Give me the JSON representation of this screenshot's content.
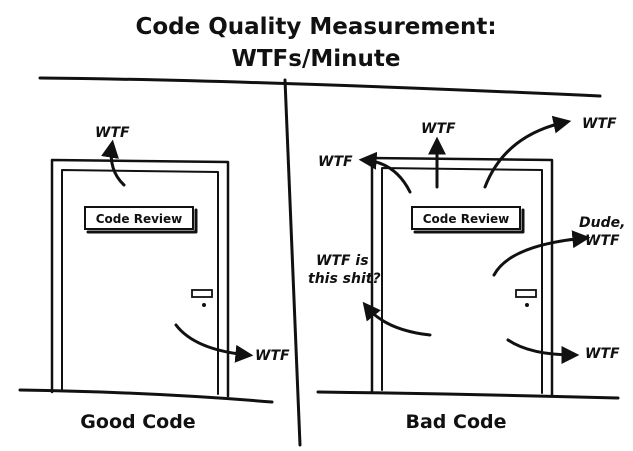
{
  "title": {
    "line1": "Code Quality Measurement:",
    "line2": "WTFs/Minute"
  },
  "good_panel": {
    "caption": "Good Code",
    "sign": "Code Review",
    "exclamations": [
      "WTF",
      "WTF"
    ]
  },
  "bad_panel": {
    "caption": "Bad Code",
    "sign": "Code Review",
    "exclamations": [
      "WTF",
      "WTF",
      "WTF",
      "Dude,",
      "WTF",
      "WTF is",
      "this shit?",
      "WTF"
    ]
  }
}
